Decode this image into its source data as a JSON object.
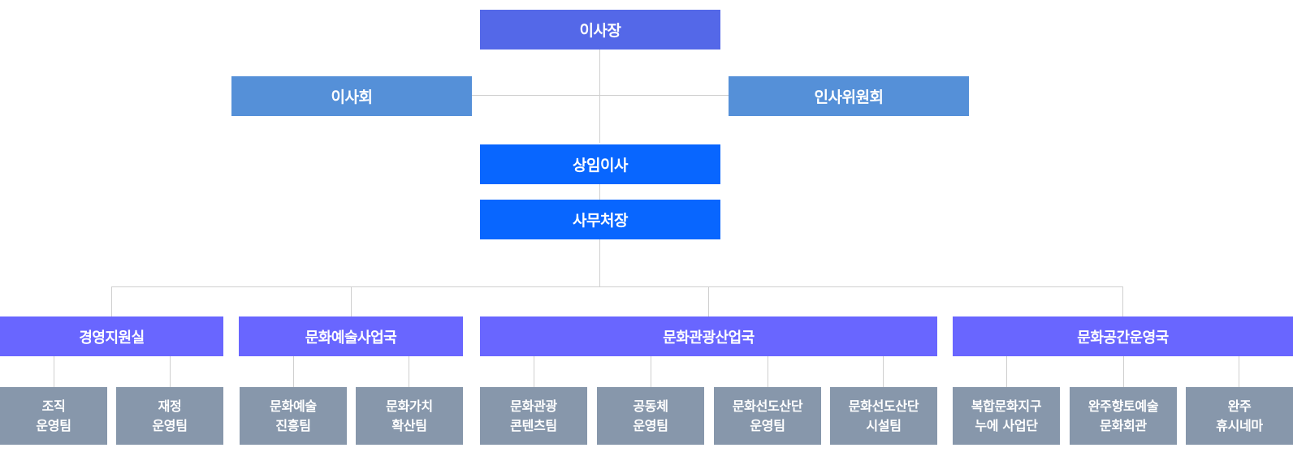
{
  "colors": {
    "chairman": "#5468e8",
    "board": "#5590d8",
    "executive": "#0866ff",
    "department": "#6966ff",
    "team": "#8797ab",
    "connector": "#cfcfcf"
  },
  "top": {
    "chairman": "이사장",
    "board": "이사회",
    "personnel_committee": "인사위원회",
    "standing_director": "상임이사",
    "secretary_general": "사무처장"
  },
  "departments": [
    {
      "name": "경영지원실",
      "teams": [
        [
          "조직",
          "운영팀"
        ],
        [
          "재정",
          "운영팀"
        ]
      ]
    },
    {
      "name": "문화예술사업국",
      "teams": [
        [
          "문화예술",
          "진흥팀"
        ],
        [
          "문화가치",
          "확산팀"
        ]
      ]
    },
    {
      "name": "문화관광산업국",
      "teams": [
        [
          "문화관광",
          "콘텐츠팀"
        ],
        [
          "공동체",
          "운영팀"
        ],
        [
          "문화선도산단",
          "운영팀"
        ],
        [
          "문화선도산단",
          "시설팀"
        ]
      ]
    },
    {
      "name": "문화공간운영국",
      "teams": [
        [
          "복합문화지구",
          "누에 사업단"
        ],
        [
          "완주향토예술",
          "문화회관"
        ],
        [
          "완주",
          "휴시네마"
        ]
      ]
    }
  ]
}
